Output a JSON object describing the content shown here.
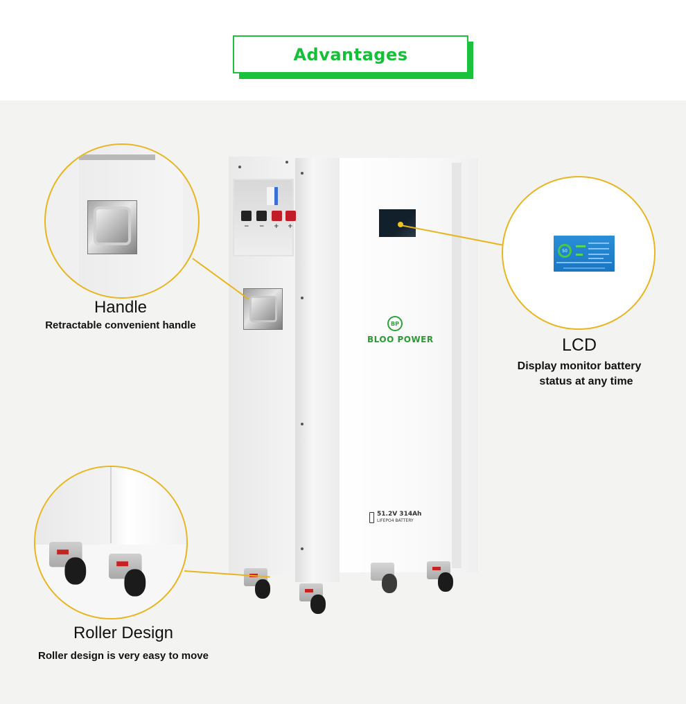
{
  "header": {
    "title": "Advantages",
    "accent_color": "#16bf38"
  },
  "product": {
    "brand": "BLOO POWER",
    "logo_mark": "BP",
    "spec_voltage_capacity": "51.2V 314Ah",
    "spec_chemistry": "LIFEPO4 BATTERY",
    "terminal_signs": [
      "−",
      "−",
      "+",
      "+"
    ]
  },
  "features": [
    {
      "id": "handle",
      "title": "Handle",
      "description": "Retractable convenient handle"
    },
    {
      "id": "lcd",
      "title": "LCD",
      "description_line1": "Display monitor battery",
      "description_line2": "status at any time",
      "screen_soc": "50"
    },
    {
      "id": "roller",
      "title": "Roller Design",
      "description": "Roller design is very easy to move"
    }
  ],
  "colors": {
    "callout_ring": "#e8b51f",
    "background": "#f3f3f1"
  }
}
